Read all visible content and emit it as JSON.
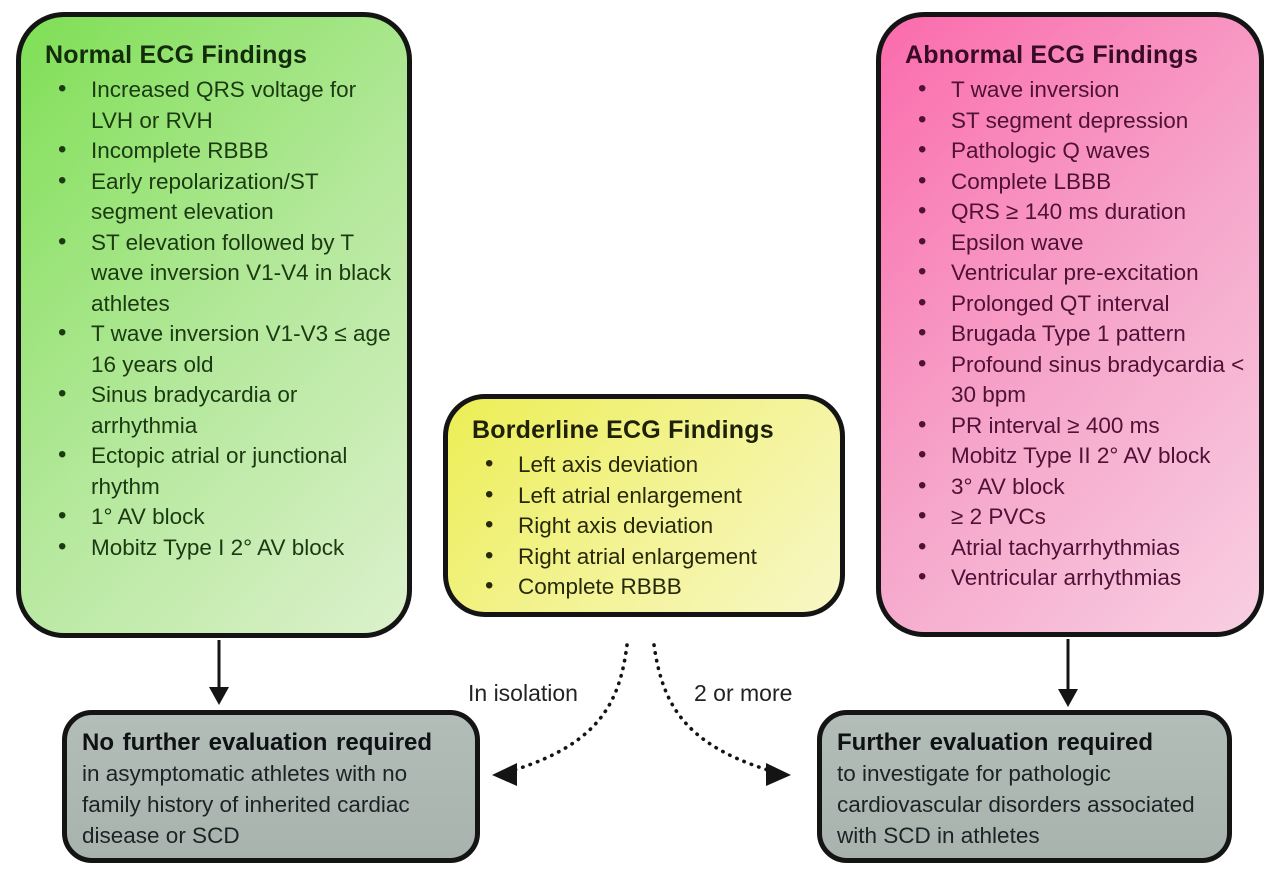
{
  "diagram": {
    "normal_box": {
      "title": "Normal ECG Findings",
      "items": [
        "Increased QRS voltage for LVH or RVH",
        "Incomplete RBBB",
        "Early repolarization/ST segment elevation",
        "ST elevation followed by T wave inversion V1-V4 in black athletes",
        "T wave inversion V1-V3 ≤ age 16 years old",
        "Sinus bradycardia or arrhythmia",
        "Ectopic atrial or junctional rhythm",
        "1° AV block",
        "Mobitz Type I 2° AV block"
      ]
    },
    "borderline_box": {
      "title": "Borderline ECG Findings",
      "items": [
        "Left axis deviation",
        "Left atrial enlargement",
        "Right axis deviation",
        "Right atrial enlargement",
        "Complete RBBB"
      ]
    },
    "abnormal_box": {
      "title": "Abnormal ECG Findings",
      "items": [
        "T wave inversion",
        "ST segment depression",
        "Pathologic Q waves",
        "Complete LBBB",
        "QRS ≥ 140 ms duration",
        "Epsilon wave",
        "Ventricular pre-excitation",
        "Prolonged QT interval",
        "Brugada Type 1 pattern",
        "Profound sinus bradycardia < 30 bpm",
        "PR interval ≥ 400 ms",
        "Mobitz Type II 2° AV block",
        "3° AV block",
        "≥ 2  PVCs",
        "Atrial tachyarrhythmias",
        "Ventricular arrhythmias"
      ]
    },
    "no_eval_box": {
      "headline": "No further evaluation required",
      "body": "in asymptomatic athletes with no family history of inherited cardiac disease or SCD"
    },
    "eval_box": {
      "headline": "Further evaluation required",
      "body": "to investigate for pathologic cardiovascular disorders associated with SCD in athletes"
    },
    "arrow_labels": {
      "left": "In isolation",
      "right": "2 or more"
    },
    "colors": {
      "normal_gradient_start": "#7fdf55",
      "normal_gradient_end": "#dcf1cc",
      "borderline_gradient_start": "#ecee54",
      "borderline_gradient_end": "#f8f7c6",
      "abnormal_gradient_start": "#fb6bac",
      "abnormal_gradient_end": "#f8cfe2",
      "outcome_gray": "#adb8b3",
      "border_black": "#141414",
      "normal_text": "#1b3a12",
      "borderline_text": "#27290a",
      "abnormal_text": "#4f1136"
    }
  }
}
